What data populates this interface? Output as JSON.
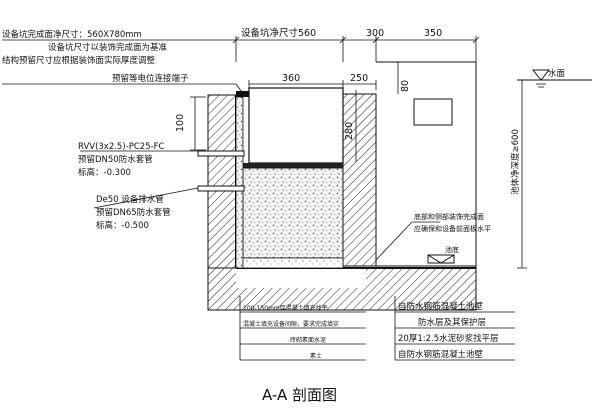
{
  "drawing": {
    "title": "A-A 剖面图",
    "notes_left": {
      "line1": "设备坑完成面净尺寸：560X780mm",
      "line2": "设备坑尺寸以装饰完成面为基准",
      "line3": "结构预留尺寸应根据装饰面实际厚度调整",
      "line4": "预留等电位连接端子"
    },
    "pipe1": {
      "spec": "RVV(3x2.5)-PC25-FC",
      "sleeve": "预留DN50防水套管",
      "elevation": "标高：-0.300"
    },
    "pipe2": {
      "spec": "De50 设备排水管",
      "sleeve": "预留DN65防水套管",
      "elevation": "标高：-0.500"
    },
    "dimensions": {
      "top_label": "设备坑净尺寸560",
      "d300": "300",
      "d350": "350",
      "d360": "360",
      "d250": "250",
      "d80": "80",
      "d100": "100",
      "d280": "280",
      "pool_depth": "池体净深度≥600"
    },
    "right_labels": {
      "water_surface": "水面",
      "finish_note_1": "底部和侧部装饰完成面",
      "finish_note_2": "应确保和设备前面板水平",
      "pool_bottom": "池底"
    },
    "bottom_left_layers": [
      "100-150mm厚混凝土填充找平",
      "混凝土填充设备间隙，要求完成填实",
      "砖砌素面水泥",
      "素土"
    ],
    "bottom_right_layers": [
      "自防水钢筋混凝土池壁",
      "防水层及其保护层",
      "20厚1:2.5水泥砂浆找平层",
      "自防水钢筋混凝土池壁"
    ]
  }
}
